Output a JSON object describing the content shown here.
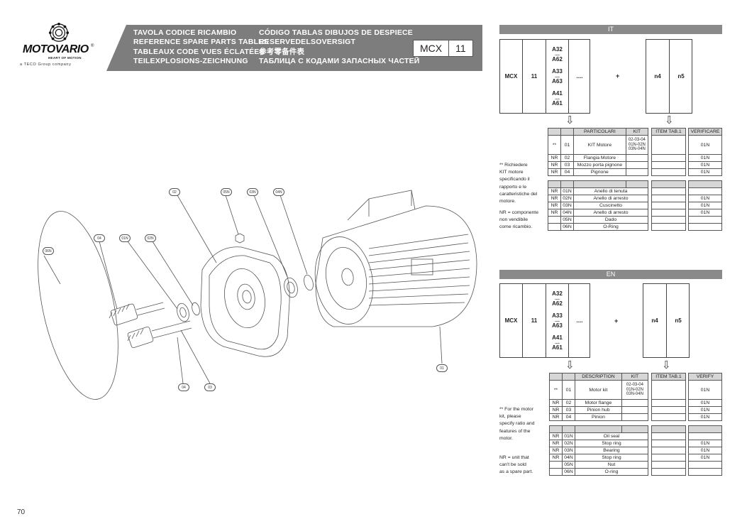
{
  "logo": {
    "wordmark": "MOTOVARIO",
    "reg": "®",
    "tagline": "HEART OF MOTION",
    "group": "a TECO Group company"
  },
  "header": {
    "titles_left": [
      "TAVOLA CODICE RICAMBIO",
      "REFERENCE SPARE PARTS TABLES",
      "TABLEAUX CODE VUES ÉCLATÉES",
      "TEILEXPLOSIONS-ZEICHNUNG"
    ],
    "titles_right": [
      "CÓDIGO TABLAS DIBUJOS DE DESPIECE",
      "RESERVEDELSOVERSIGT",
      "参考零备件表",
      "ТАБЛИЦА С КОДАМИ ЗАПАСНЫХ ЧАСТЕЙ"
    ],
    "code_a": "MCX",
    "code_b": "11"
  },
  "page_number": "70",
  "callouts": [
    "06N",
    "04",
    "01N",
    "02N",
    "02",
    "05N",
    "03N",
    "04N",
    "04",
    "03",
    "01"
  ],
  "sections": [
    {
      "lang": "IT",
      "code": {
        "series": "MCX",
        "size": "11",
        "ratios": [
          "A32",
          "A62",
          "A33",
          "A63",
          "A41",
          "A61"
        ],
        "dots": "....",
        "ellipsis": "....",
        "plus": "+",
        "n4": "n4",
        "n5": "n5"
      },
      "parts_headers": [
        "PARTICOLARI",
        "KIT"
      ],
      "parts_rows": [
        {
          "nr": "**",
          "pos": "01",
          "desc": "KIT Motore",
          "kit": [
            "02-03-04",
            "01N-02N",
            "03N-04N"
          ]
        },
        {
          "nr": "NR",
          "pos": "02",
          "desc": "Flangia Motore",
          "kit": []
        },
        {
          "nr": "NR",
          "pos": "03",
          "desc": "Mozzo porta pignone",
          "kit": []
        },
        {
          "nr": "NR",
          "pos": "04",
          "desc": "Pignone",
          "kit": []
        }
      ],
      "parts_rows2": [
        {
          "nr": "NR",
          "pos": "01N",
          "desc": "Anello di tenuta"
        },
        {
          "nr": "NR",
          "pos": "02N",
          "desc": "Anello di arresto"
        },
        {
          "nr": "NR",
          "pos": "03N",
          "desc": "Cuscinetto"
        },
        {
          "nr": "NR",
          "pos": "04N",
          "desc": "Anello di arresto"
        },
        {
          "nr": "",
          "pos": "05N",
          "desc": "Dado"
        },
        {
          "nr": "",
          "pos": "06N",
          "desc": "O-Ring"
        }
      ],
      "item_header": "ITEM TAB.1",
      "verify_header": "VERIFICARE",
      "verify_rows": [
        "01N",
        "01N",
        "01N",
        "01N"
      ],
      "verify_rows2": [
        "",
        "01N",
        "01N",
        "01N",
        "",
        ""
      ],
      "note1": [
        "** Richiedere",
        "KIT motore",
        "specificando il",
        "rapporto e le",
        "caratteristiche del",
        "motore."
      ],
      "note2": [
        "NR = componente",
        "non vendibile",
        "come ricambio."
      ]
    },
    {
      "lang": "EN",
      "code": {
        "series": "MCX",
        "size": "11",
        "ratios": [
          "A32",
          "A62",
          "A33",
          "A63",
          "A41",
          "A61"
        ],
        "dots": "....",
        "ellipsis": "....",
        "plus": "+",
        "n4": "n4",
        "n5": "n5"
      },
      "parts_headers": [
        "DESCRIPTION",
        "KIT"
      ],
      "parts_rows": [
        {
          "nr": "**",
          "pos": "01",
          "desc": "Motor kit",
          "kit": [
            "02-03-04",
            "01N-02N",
            "03N-04N"
          ]
        },
        {
          "nr": "NR",
          "pos": "02",
          "desc": "Motor flange",
          "kit": []
        },
        {
          "nr": "NR",
          "pos": "03",
          "desc": "Pinion hub",
          "kit": []
        },
        {
          "nr": "NR",
          "pos": "04",
          "desc": "Pinion",
          "kit": []
        }
      ],
      "parts_rows2": [
        {
          "nr": "NR",
          "pos": "01N",
          "desc": "Oil seal"
        },
        {
          "nr": "NR",
          "pos": "02N",
          "desc": "Stop ring"
        },
        {
          "nr": "NR",
          "pos": "03N",
          "desc": "Bearing"
        },
        {
          "nr": "NR",
          "pos": "04N",
          "desc": "Stop ring"
        },
        {
          "nr": "",
          "pos": "05N",
          "desc": "Nut"
        },
        {
          "nr": "",
          "pos": "06N",
          "desc": "O-ring"
        }
      ],
      "item_header": "ITEM TAB.1",
      "verify_header": "VERIFY",
      "verify_rows": [
        "01N",
        "01N",
        "01N",
        "01N"
      ],
      "verify_rows2": [
        "",
        "01N",
        "01N",
        "01N",
        "",
        ""
      ],
      "note1": [
        "** For the motor",
        "kit, please",
        "specify ratio and",
        "features of the",
        "motor."
      ],
      "note2": [
        "NR = unit that",
        "can't be sold",
        "as a spare part."
      ]
    }
  ]
}
